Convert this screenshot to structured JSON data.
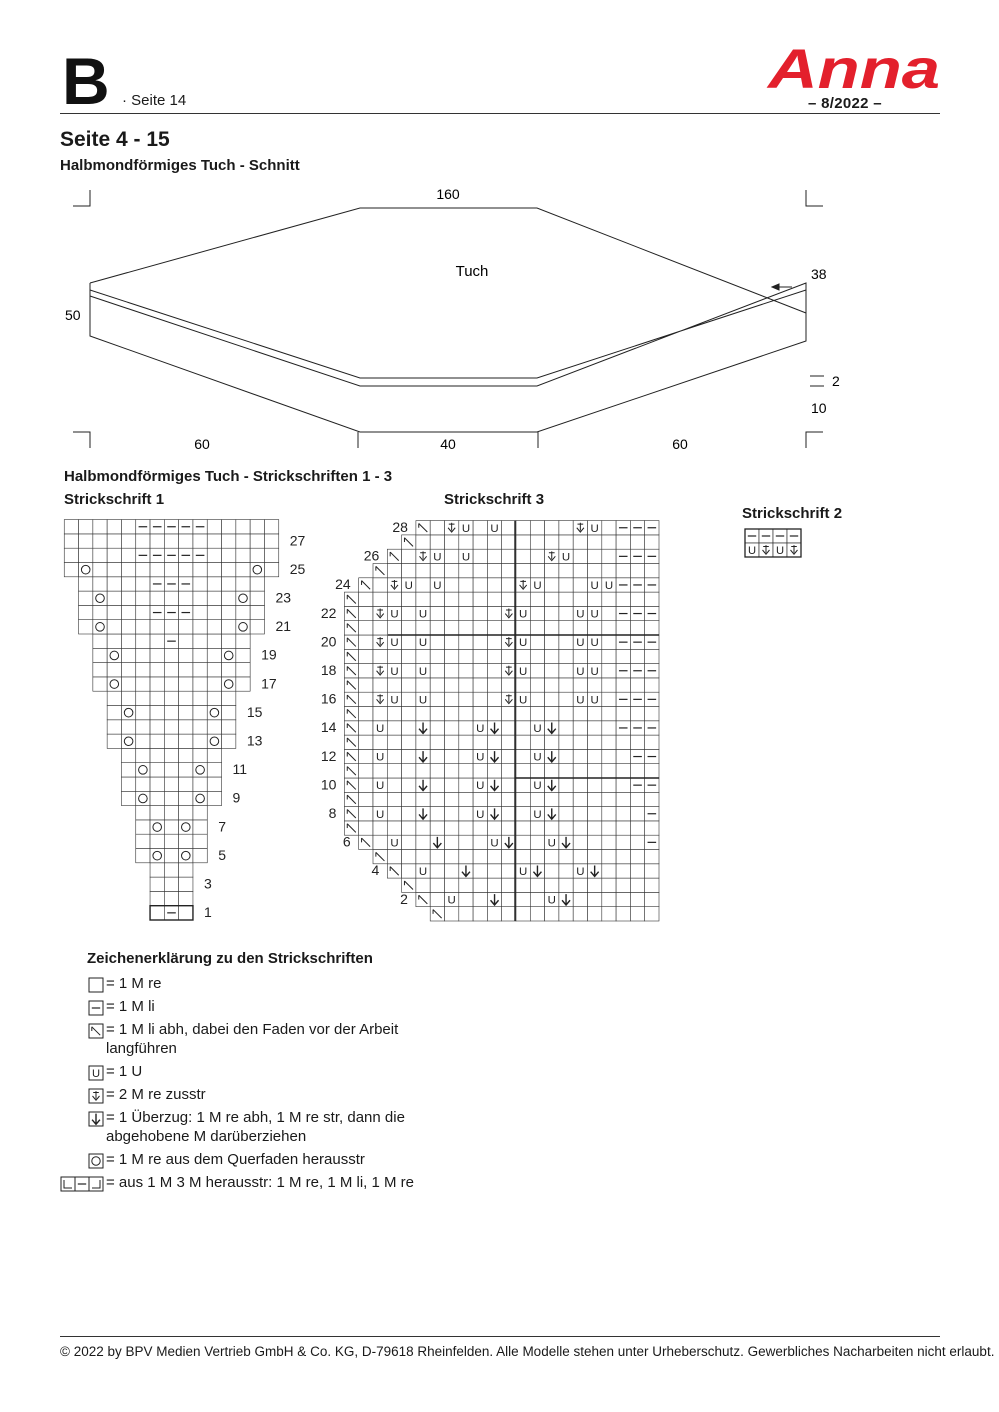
{
  "header": {
    "section_letter": "B",
    "page_ref": "· Seite 14",
    "brand": "Anna",
    "issue": "– 8/2022 –"
  },
  "title": "Seite 4 - 15",
  "subtitle": "Halbmondförmiges Tuch - Schnitt",
  "schematic": {
    "center_label": "Tuch",
    "top_width": "160",
    "height_left": "50",
    "height_right": "38",
    "border_small": "2",
    "border_large": "10",
    "bottom_left": "60",
    "bottom_mid": "40",
    "bottom_right": "60"
  },
  "charts_heading": "Halbmondförmiges Tuch - Strickschriften 1 - 3",
  "chart1": {
    "title": "Strickschrift 1",
    "row_labels": [
      "27",
      "25",
      "23",
      "21",
      "19",
      "17",
      "15",
      "13",
      "11",
      "9",
      "7",
      "5",
      "3",
      "1"
    ]
  },
  "chart2": {
    "title": "Strickschrift 2"
  },
  "chart3": {
    "title": "Strickschrift 3",
    "row_labels": [
      "28",
      "26",
      "24",
      "22",
      "20",
      "18",
      "16",
      "14",
      "12",
      "10",
      "8",
      "6",
      "4",
      "2"
    ]
  },
  "legend": {
    "title": "Zeichenerklärung zu den Strickschriften",
    "items": [
      {
        "icon": "knit-square-icon",
        "text": "= 1 M re"
      },
      {
        "icon": "purl-dash-icon",
        "text": "= 1 M li"
      },
      {
        "icon": "slip-stitch-icon",
        "text": "= 1 M li abh, dabei den Faden vor der Arbeit langführen"
      },
      {
        "icon": "yarn-over-icon",
        "text": "= 1 U"
      },
      {
        "icon": "k2tog-icon",
        "text": "= 2 M re zusstr"
      },
      {
        "icon": "skp-arrow-icon",
        "text": "= 1 Überzug: 1 M re abh, 1 M re str, dann die abgehobene M darüberziehen"
      },
      {
        "icon": "make-one-circle-icon",
        "text": "= 1 M re aus dem Querfaden herausstr"
      },
      {
        "icon": "three-from-one-icon",
        "text": "= aus 1 M 3 M herausstr: 1 M re, 1 M li, 1 M re"
      }
    ]
  },
  "footer": "© 2022 by BPV Medien Vertrieb GmbH & Co. KG, D-79618 Rheinfelden. Alle Modelle stehen unter Urheberschutz. Gewerbliches Nacharbeiten nicht erlaubt.",
  "colors": {
    "brand_red": "#e3202c",
    "ink": "#1a1a1a"
  }
}
